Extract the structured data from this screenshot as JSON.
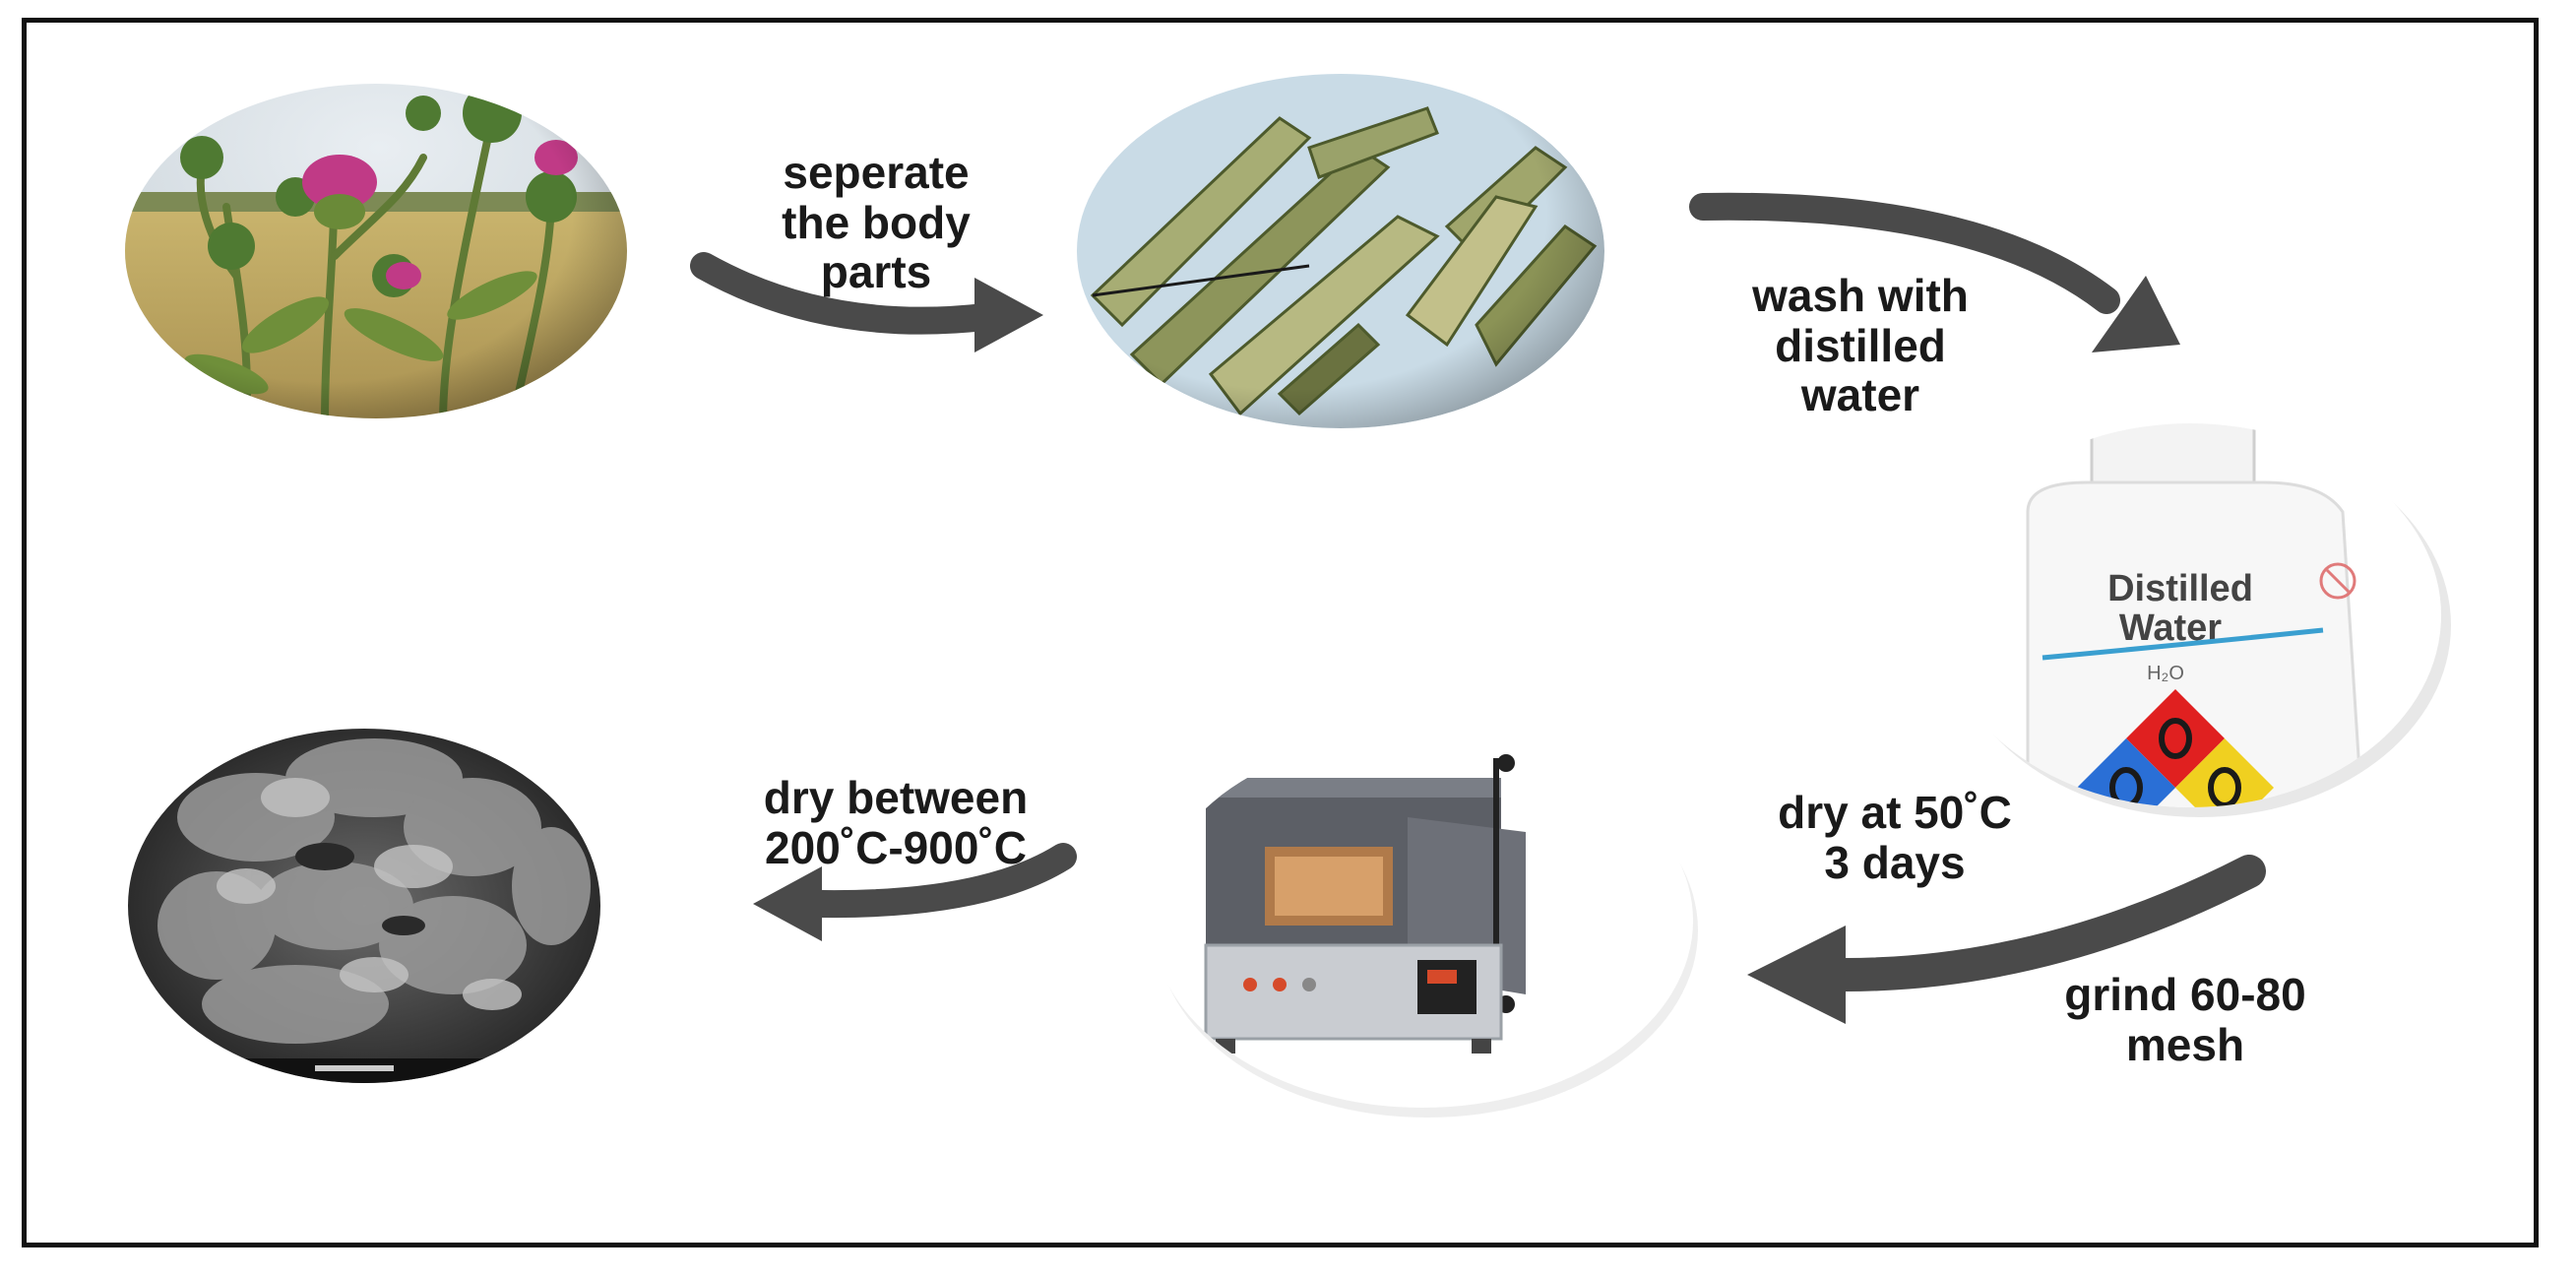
{
  "steps": {
    "separate": "seperate\nthe body\nparts",
    "wash": "wash with\ndistilled\nwater",
    "dry50": "dry at 50˚C\n3 days",
    "grind": "grind 60-80\nmesh",
    "dry_high": "dry between\n200˚C-900˚C"
  },
  "bottle_label": {
    "line1": "Distilled",
    "line2": "Water",
    "formula": "H₂O"
  },
  "colors": {
    "arrow": "#4a4a4a",
    "frame": "#111111",
    "text": "#1a1a1a"
  }
}
